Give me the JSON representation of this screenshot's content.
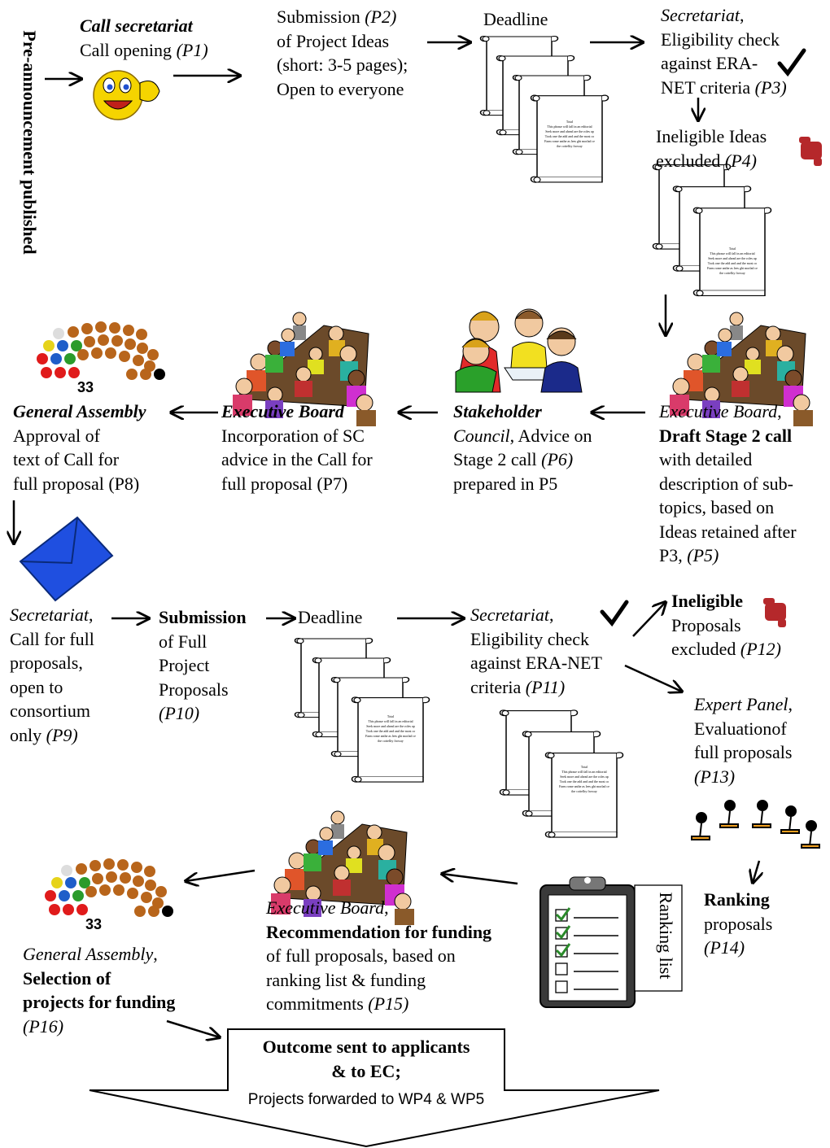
{
  "colors": {
    "arrow": "#000000",
    "smiley_face": "#f5d400",
    "envelope": "#1f4fe0",
    "stop_hand": "#b5282b",
    "seat_brown": "#b8651b",
    "seat_red": "#e01b1b",
    "seat_blue": "#1f5ec9",
    "seat_green": "#2b9b2b",
    "seat_yellow": "#e6d31a",
    "check_green": "#2a8a2a"
  },
  "pre_announcement": "Pre-announcement published",
  "p1": {
    "l1": "Call secretariat",
    "l2a": "Call",
    "l2b": " opening ",
    "l2c": "(P1)"
  },
  "p2": {
    "l1a": "Submission",
    "l1b": " (P2)",
    "l2": "of Project Ideas",
    "l3": "(short: 3-5 pages);",
    "l4": "Open to everyone"
  },
  "deadline1": "Deadline",
  "p3": {
    "l1a": "Secretariat",
    "l1b": ",",
    "l2a": "Eligibility",
    "l2b": " check",
    "l3": "against ERA-",
    "l4a": "NET criteria ",
    "l4b": "(P3)"
  },
  "p4": {
    "l1a": "Ineligible",
    "l1b": " Ideas",
    "l2a": "excluded ",
    "l2b": "(P4)"
  },
  "p5": {
    "l1a": "Executive Board",
    "l1b": ",",
    "l2": "Draft Stage 2 call",
    "l3": "with detailed",
    "l4": "description of sub-",
    "l5": "topics, based on",
    "l6": "Ideas retained after",
    "l7a": "P3, ",
    "l7b": "(P5)"
  },
  "p6": {
    "l1": "Stakeholder",
    "l2a": "Council",
    "l2b": ", ",
    "l2c": "Advice",
    "l2d": " on",
    "l3a": "Stage 2 call ",
    "l3b": "(P6)",
    "l4": "prepared in P5"
  },
  "p7": {
    "l1": "Executive Board",
    "l2a": "Incorporation",
    "l2b": " of SC",
    "l3": "advice in the Call for",
    "l4": "full proposal (P7)"
  },
  "p8": {
    "l1": "General Assembly",
    "l2a": "Approval",
    "l2b": " of",
    "l3": "text of Call for",
    "l4": "full proposal (P8)"
  },
  "assembly_count": "33",
  "p9": {
    "l1a": "Secretariat",
    "l1b": ",",
    "l2a": "Call",
    "l2b": " for full",
    "l3": "proposals,",
    "l4": "open to",
    "l5": "consortium",
    "l6a": "only ",
    "l6b": "(P9)"
  },
  "p10": {
    "l1": "Submission",
    "l2": "of Full",
    "l3": "Project",
    "l4": "Proposals",
    "l5": "(P10)"
  },
  "deadline2": "Deadline",
  "p11": {
    "l1a": "Secretariat",
    "l1b": ",",
    "l2a": "Eligibility",
    "l2b": " check",
    "l3": "against ERA-NET",
    "l4a": "criteria ",
    "l4b": "(P11)"
  },
  "p12": {
    "l1": "Ineligible",
    "l2": "Proposals",
    "l3a": "excluded ",
    "l3b": "(P12)"
  },
  "p13": {
    "l1a": "Expert Panel",
    "l1b": ",",
    "l2a": "Evaluation",
    "l2b": "of",
    "l3": "full proposals",
    "l4": "(P13)"
  },
  "p14": {
    "l1": "Ranking",
    "l2": "proposals",
    "l3": "(P14)"
  },
  "ranking_list": "Ranking list",
  "p15": {
    "l1a": "Executive Board",
    "l1b": ",",
    "l2": "Recommendation for funding",
    "l3": "of full proposals, based on",
    "l4": "ranking list & funding",
    "l5a": "commitments ",
    "l5b": "(P15)"
  },
  "p16": {
    "l1a": "General Assembly",
    "l1b": ",",
    "l2": "Selection of",
    "l3": "projects for funding",
    "l4": "(P16)"
  },
  "outcome": {
    "l1": "Outcome sent to applicants",
    "l2": "& to EC;",
    "l3": "Projects forwarded to WP4 & WP5"
  },
  "doc_text": {
    "l1": "Total",
    "l2": "This phrase will fall in an editorial",
    "l3": "Seek more and ahead are the roles ap",
    "l4": "Took one the add and and the most co",
    "l5": "Farm rome anthe as lees ght morlad ce",
    "l6": "the cottellry froway"
  }
}
